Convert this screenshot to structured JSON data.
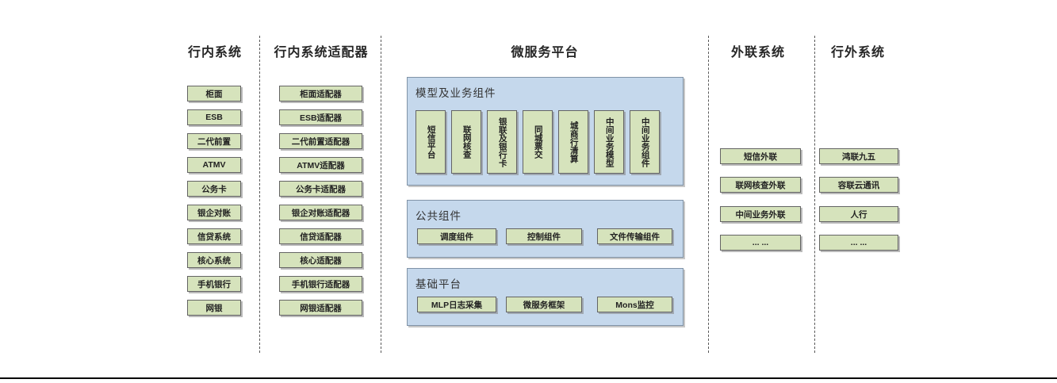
{
  "colors": {
    "box_green_fill": "#D6E3BC",
    "box_green_border": "#646464",
    "panel_blue_fill": "#C5D8EC",
    "panel_blue_border": "#8093A7",
    "divider_color": "#595959",
    "bottom_rule": "#000000"
  },
  "columns": {
    "internal": {
      "title": "行内系统",
      "items": [
        "柜面",
        "ESB",
        "二代前置",
        "ATMV",
        "公务卡",
        "银企对账",
        "信贷系统",
        "核心系统",
        "手机银行",
        "网银"
      ]
    },
    "adapters": {
      "title": "行内系统适配器",
      "items": [
        "柜面适配器",
        "ESB适配器",
        "二代前置适配器",
        "ATMV适配器",
        "公务卡适配器",
        "银企对账适配器",
        "信贷适配器",
        "核心适配器",
        "手机银行适配器",
        "网银适配器"
      ]
    },
    "platform": {
      "title": "微服务平台",
      "model_group": {
        "label": "模型及业务组件",
        "items": [
          "短信平台",
          "联网核查",
          "银联及银行卡",
          "同城票交",
          "城商行清算",
          "中间业务模型",
          "中间业务组件"
        ]
      },
      "common_group": {
        "label": "公共组件",
        "items": [
          "调度组件",
          "控制组件",
          "文件传输组件"
        ]
      },
      "base_group": {
        "label": "基础平台",
        "items": [
          "MLP日志采集",
          "微服务框架",
          "Mons监控"
        ]
      }
    },
    "outlink": {
      "title": "外联系统",
      "items": [
        "短信外联",
        "联网核查外联",
        "中间业务外联",
        "... ..."
      ]
    },
    "outside": {
      "title": "行外系统",
      "items": [
        "鸿联九五",
        "容联云通讯",
        "人行",
        "... ..."
      ]
    }
  }
}
